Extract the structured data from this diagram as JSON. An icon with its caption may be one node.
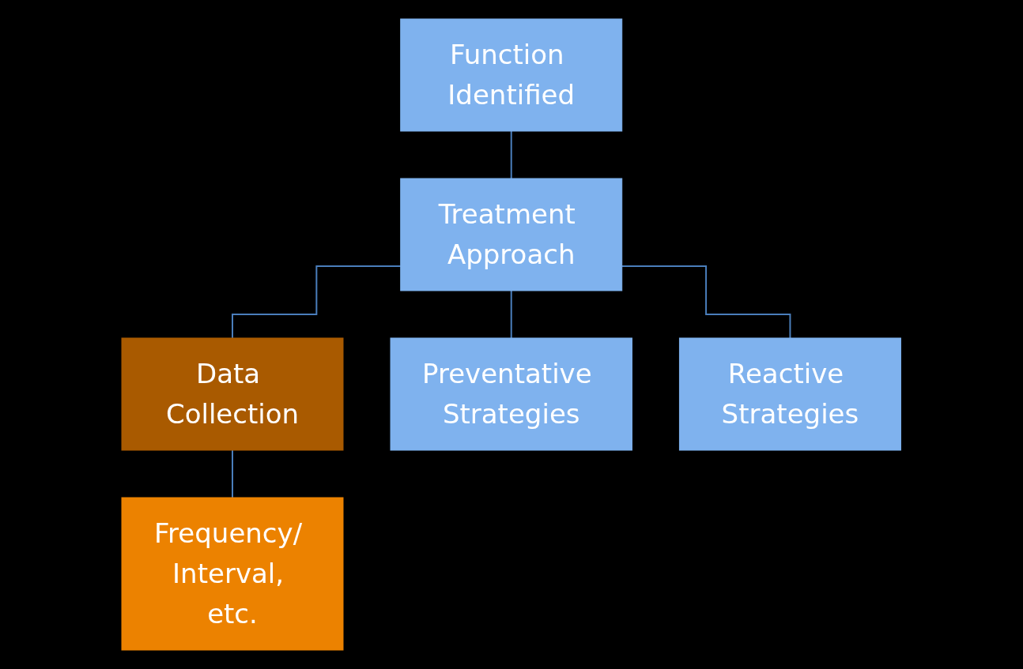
{
  "diagram": {
    "nodes": [
      {
        "text": [
          "Function Identified"
        ]
      },
      {
        "text": [
          "Treatment Approach"
        ]
      },
      {
        "text": [
          "Data Collection"
        ]
      },
      {
        "text": [
          "Preventative Strategies"
        ]
      },
      {
        "text": [
          "Reactive Strategies"
        ]
      },
      {
        "text": [
          "Frequency/ Interval, etc."
        ]
      }
    ],
    "edges": [
      {
        "from": 0,
        "to": 1,
        "arrow": "none"
      },
      {
        "from": 1,
        "to": 2,
        "arrow": "none"
      },
      {
        "from": 1,
        "to": 3,
        "arrow": "none"
      },
      {
        "from": 1,
        "to": 4,
        "arrow": "none"
      },
      {
        "from": 2,
        "to": 5,
        "arrow": "none"
      }
    ]
  }
}
